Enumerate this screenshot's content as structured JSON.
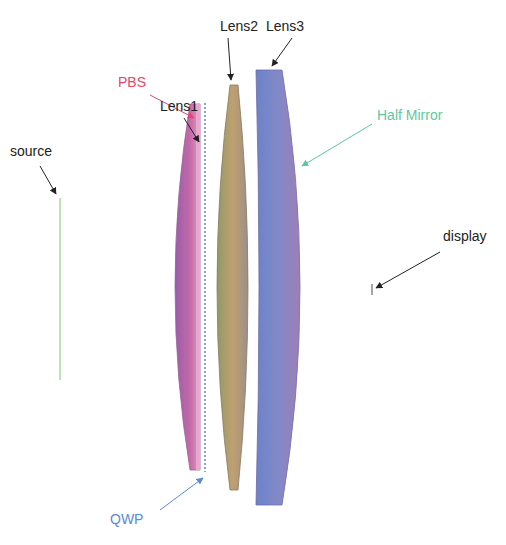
{
  "diagram": {
    "labels": [
      "Lens2",
      "Lens3",
      "Lens1",
      "PBS",
      "Half Mirror",
      "source",
      "display",
      "QWP"
    ]
  }
}
